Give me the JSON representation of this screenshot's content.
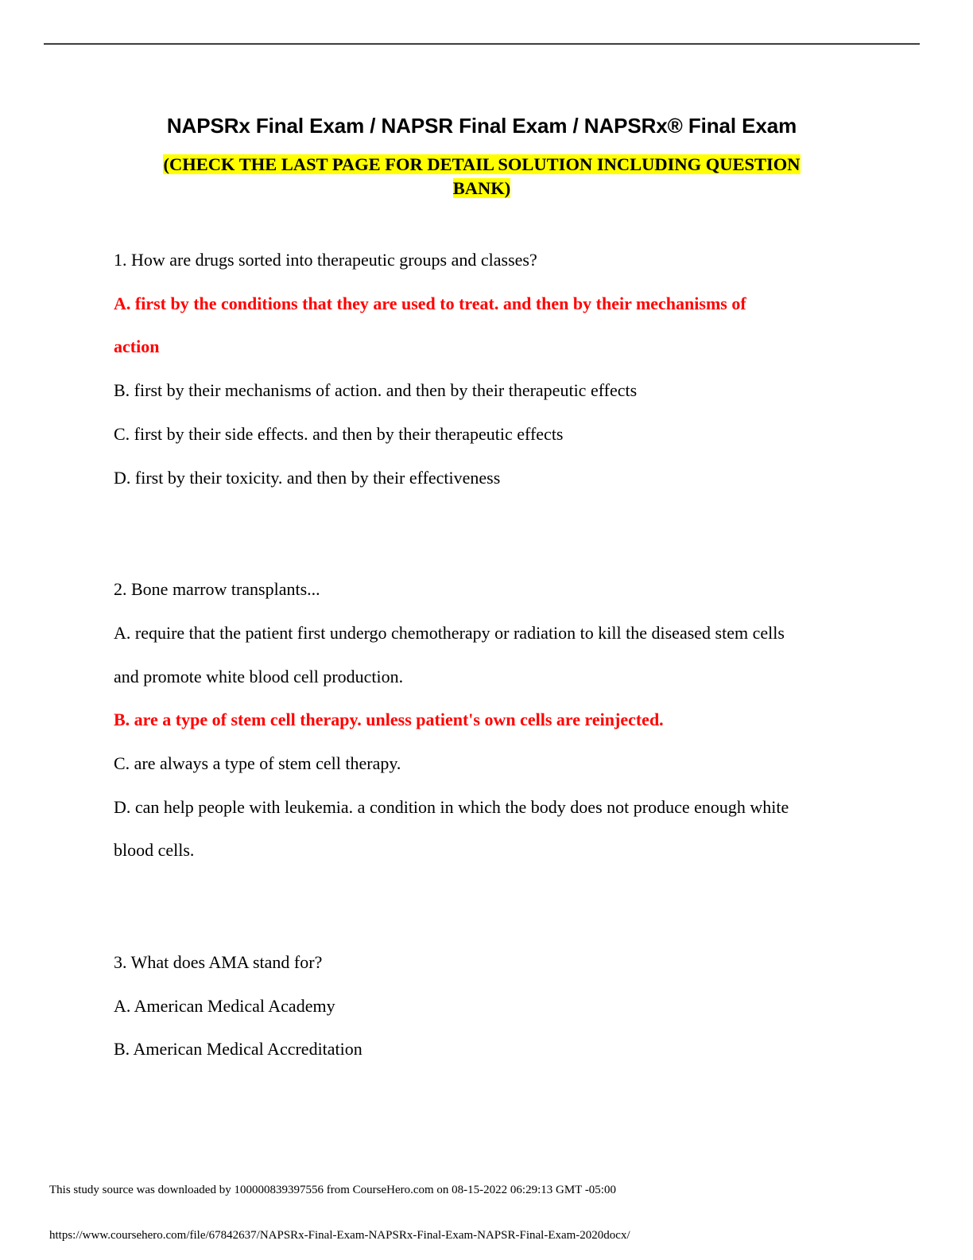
{
  "document": {
    "title": "NAPSRx Final Exam / NAPSR Final Exam / NAPSRx® Final Exam",
    "notice_line1": "(CHECK THE LAST PAGE FOR DETAIL SOLUTION INCLUDING QUESTION",
    "notice_line2": "BANK)",
    "highlight_color": "#ffff00",
    "correct_color": "#ff0000"
  },
  "questions": [
    {
      "prompt": "1. How are drugs sorted into therapeutic groups and classes?",
      "options": [
        {
          "line1": "A. first by the conditions that they are used to treat. and then by their mechanisms of",
          "line2": "action",
          "correct": true
        },
        {
          "line1": "B. first by their mechanisms of action. and then by their therapeutic effects",
          "correct": false
        },
        {
          "line1": "C. first by their side effects. and then by their therapeutic effects",
          "correct": false
        },
        {
          "line1": "D. first by their toxicity. and then by their effectiveness",
          "correct": false
        }
      ]
    },
    {
      "prompt": "2. Bone marrow transplants...",
      "options": [
        {
          "line1": "A. require that the patient first undergo chemotherapy or radiation to kill the diseased stem cells",
          "line2": "and promote white blood cell production.",
          "correct": false
        },
        {
          "line1": "B. are a type of stem cell therapy. unless patient's own cells are reinjected.",
          "correct": true
        },
        {
          "line1": "C. are always a type of stem cell therapy.",
          "correct": false
        },
        {
          "line1": "D. can help people with leukemia. a condition in which the body does not produce enough white",
          "line2": "blood cells.",
          "correct": false
        }
      ]
    },
    {
      "prompt": "3. What does AMA stand for?",
      "options": [
        {
          "line1": "A. American Medical Academy",
          "correct": false
        },
        {
          "line1": "B. American Medical Accreditation",
          "correct": false
        }
      ]
    }
  ],
  "footer": {
    "download_notice": "This study source was downloaded by 100000839397556 from CourseHero.com on 08-15-2022 06:29:13 GMT -05:00",
    "url": "https://www.coursehero.com/file/67842637/NAPSRx-Final-Exam-NAPSRx-Final-Exam-NAPSR-Final-Exam-2020docx/"
  }
}
